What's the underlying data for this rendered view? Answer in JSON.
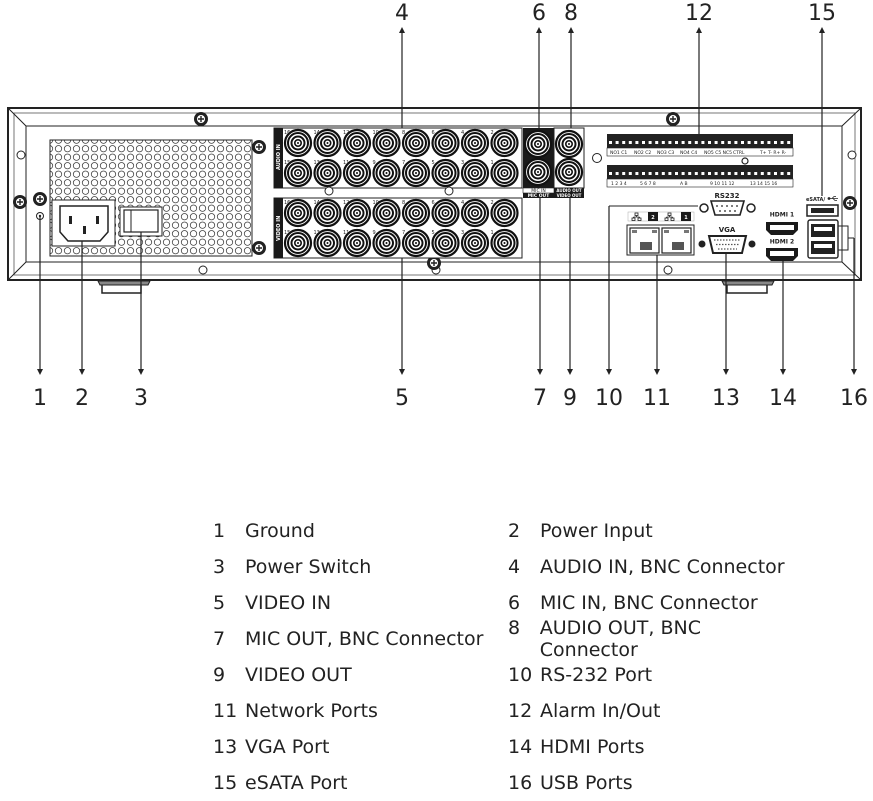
{
  "callouts_top": [
    {
      "n": "4"
    },
    {
      "n": "6"
    },
    {
      "n": "8"
    },
    {
      "n": "12"
    },
    {
      "n": "15"
    }
  ],
  "callouts_bottom": [
    {
      "n": "1"
    },
    {
      "n": "2"
    },
    {
      "n": "3"
    },
    {
      "n": "5"
    },
    {
      "n": "7"
    },
    {
      "n": "9"
    },
    {
      "n": "10"
    },
    {
      "n": "11"
    },
    {
      "n": "13"
    },
    {
      "n": "14"
    },
    {
      "n": "16"
    }
  ],
  "panel_labels": {
    "audio_in": "AUDIO IN",
    "video_in": "VIDEO IN",
    "mic_in": "MIC IN",
    "mic_out": "MIC OUT",
    "audio_out": "AUDIO OUT",
    "video_out": "VIDEO OUT",
    "rs232": "RS232",
    "vga": "VGA",
    "hdmi1": "HDMI 1",
    "hdmi2": "HDMI 2",
    "esata_usb": "eSATA/",
    "lan2": "2",
    "lan1": "1"
  },
  "bnc_top_numbers": [
    "16",
    "14",
    "12",
    "10",
    "8",
    "6",
    "4",
    "2"
  ],
  "bnc_bottom_numbers": [
    "15",
    "13",
    "11",
    "9",
    "7",
    "5",
    "3",
    "1"
  ],
  "alarm_top_labels": [
    "NO1 C1",
    "NO2 C2",
    "NO3 C3",
    "NO4 C4",
    "NO5 C5 NC5",
    "CTRL",
    "T+ T- R+ R-"
  ],
  "alarm_bottom_labels": [
    "1 2 3 4",
    "5 6 7 8",
    "A B",
    "9 10 11 12",
    "13 14 15 16"
  ],
  "legend": [
    {
      "left": {
        "n": "1",
        "label": "Ground"
      },
      "right": {
        "n": "2",
        "label": "Power Input"
      }
    },
    {
      "left": {
        "n": "3",
        "label": "Power Switch"
      },
      "right": {
        "n": "4",
        "label": "AUDIO IN, BNC Connector"
      }
    },
    {
      "left": {
        "n": "5",
        "label": "VIDEO IN"
      },
      "right": {
        "n": "6",
        "label": "MIC IN, BNC Connector"
      }
    },
    {
      "left": {
        "n": "7",
        "label": "MIC OUT,  BNC Connector"
      },
      "right": {
        "n": "8",
        "label": "AUDIO OUT, BNC Connector"
      }
    },
    {
      "left": {
        "n": "9",
        "label": "VIDEO OUT"
      },
      "right": {
        "n": "10",
        "label": "RS-232 Port"
      }
    },
    {
      "left": {
        "n": "11",
        "label": "Network Ports"
      },
      "right": {
        "n": "12",
        "label": "Alarm In/Out"
      }
    },
    {
      "left": {
        "n": "13",
        "label": "VGA Port"
      },
      "right": {
        "n": "14",
        "label": "HDMI Ports"
      }
    },
    {
      "left": {
        "n": "15",
        "label": "eSATA Port"
      },
      "right": {
        "n": "16",
        "label": "USB Ports"
      }
    }
  ],
  "colors": {
    "line": "#222222",
    "panel_bg": "#ffffff",
    "label_block": "#1a1a1a"
  }
}
